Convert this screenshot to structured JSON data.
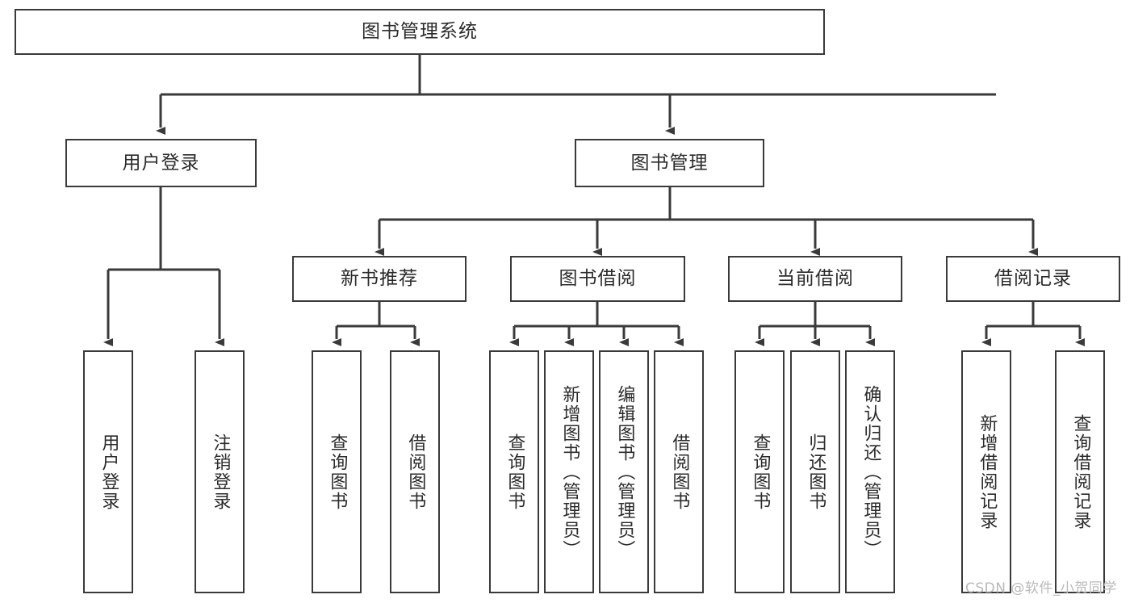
{
  "diagram": {
    "type": "tree-flowchart",
    "title": "图书管理系统",
    "background_color": "#ffffff",
    "line_color": "#3a3a3a",
    "box_fill": "#ffffff",
    "text_color": "#2b2b2b"
  },
  "nodes": {
    "root": {
      "label": "图书管理系统"
    },
    "level1": [
      {
        "id": "user-login",
        "label": "用户登录"
      },
      {
        "id": "book-manage",
        "label": "图书管理"
      }
    ],
    "level2": [
      {
        "id": "new-book-recommend",
        "label": "新书推荐"
      },
      {
        "id": "book-borrow",
        "label": "图书借阅"
      },
      {
        "id": "current-borrow",
        "label": "当前借阅"
      },
      {
        "id": "borrow-record",
        "label": "借阅记录"
      }
    ],
    "leaves": {
      "user-login": [
        {
          "id": "leaf-user-login",
          "label": "用户登录"
        },
        {
          "id": "leaf-logout-login",
          "label": "注销登录"
        }
      ],
      "new-book-recommend": [
        {
          "id": "leaf-query-book-1",
          "label": "查询图书"
        },
        {
          "id": "leaf-borrow-book-1",
          "label": "借阅图书"
        }
      ],
      "book-borrow": [
        {
          "id": "leaf-query-book-2",
          "label": "查询图书"
        },
        {
          "id": "leaf-add-book",
          "label": "新增图书（管理员）"
        },
        {
          "id": "leaf-edit-book",
          "label": "编辑图书（管理员）"
        },
        {
          "id": "leaf-borrow-book-2",
          "label": "借阅图书"
        }
      ],
      "current-borrow": [
        {
          "id": "leaf-query-book-3",
          "label": "查询图书"
        },
        {
          "id": "leaf-return-book",
          "label": "归还图书"
        },
        {
          "id": "leaf-confirm-return",
          "label": "确认归还（管理员）"
        }
      ],
      "borrow-record": [
        {
          "id": "leaf-add-record",
          "label": "新增借阅记录"
        },
        {
          "id": "leaf-query-record",
          "label": "查询借阅记录"
        }
      ]
    }
  },
  "watermark": {
    "text": "CSDN @软件_小贺同学"
  }
}
